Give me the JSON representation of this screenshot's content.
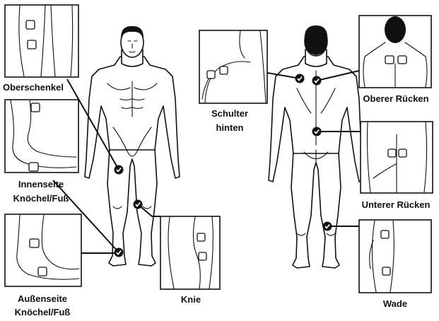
{
  "labels": {
    "oberschenkel": "Oberschenkel",
    "innenseite_1": "Innenseite",
    "innenseite_2": "Knöchel/Fuß",
    "aussenseite_1": "Außenseite",
    "aussenseite_2": "Knöchel/Fuß",
    "knie": "Knie",
    "schulter_1": "Schulter",
    "schulter_2": "hinten",
    "oberer_ruecken": "Oberer Rücken",
    "unterer_ruecken": "Unterer Rücken",
    "wade": "Wade"
  },
  "icons": [
    "check-circle-icon",
    "electrode-pad-icon"
  ]
}
